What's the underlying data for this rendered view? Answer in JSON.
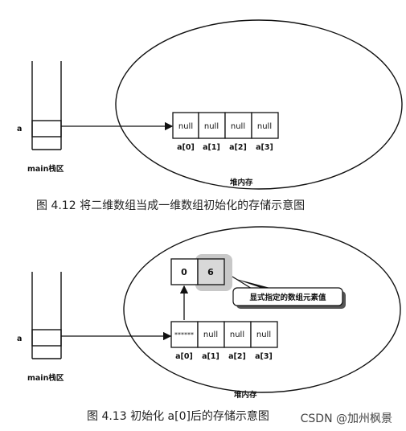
{
  "fig1": {
    "var_label": "a",
    "stack_label": "main栈区",
    "heap_label": "堆内存",
    "cells": [
      "null",
      "null",
      "null",
      "null"
    ],
    "indices": [
      "a[0]",
      "a[1]",
      "a[2]",
      "a[3]"
    ],
    "caption": "图 4.12    将二维数组当成一维数组初始化的存储示意图"
  },
  "fig2": {
    "var_label": "a",
    "stack_label": "main栈区",
    "heap_label": "堆内存",
    "cells": [
      "******",
      "null",
      "null",
      "null"
    ],
    "indices": [
      "a[0]",
      "a[1]",
      "a[2]",
      "a[3]"
    ],
    "sub_cells": [
      "0",
      "6"
    ],
    "callout": "显式指定的数组元素值",
    "caption": "图 4.13    初始化 a[0]后的存储示意图"
  },
  "watermark": "CSDN @加州枫景"
}
